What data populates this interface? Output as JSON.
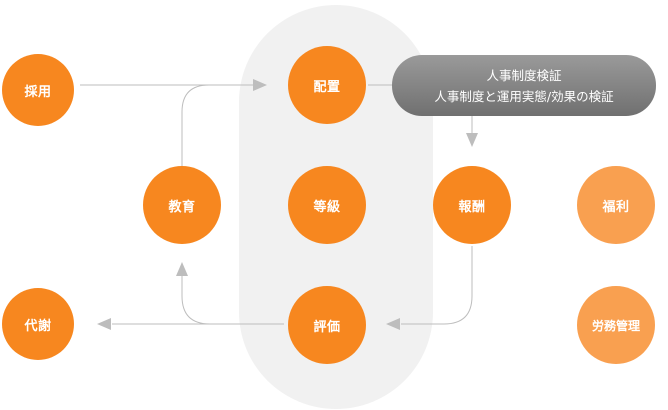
{
  "nodes": {
    "saiyo": "採用",
    "haichi": "配置",
    "kyoiku": "教育",
    "tokyu": "等級",
    "hoshu": "報酬",
    "fukuri": "福利",
    "taisha": "代謝",
    "hyoka": "評価",
    "romu": "労務管理"
  },
  "callout": {
    "line1": "人事制度検証",
    "line2": "人事制度と運用実態/効果の検証"
  },
  "colors": {
    "node_primary": "#f7871f",
    "node_secondary": "#f9a050",
    "panel": "#f1f1f1",
    "connector": "#bdbdbd",
    "callout": "#808080"
  }
}
